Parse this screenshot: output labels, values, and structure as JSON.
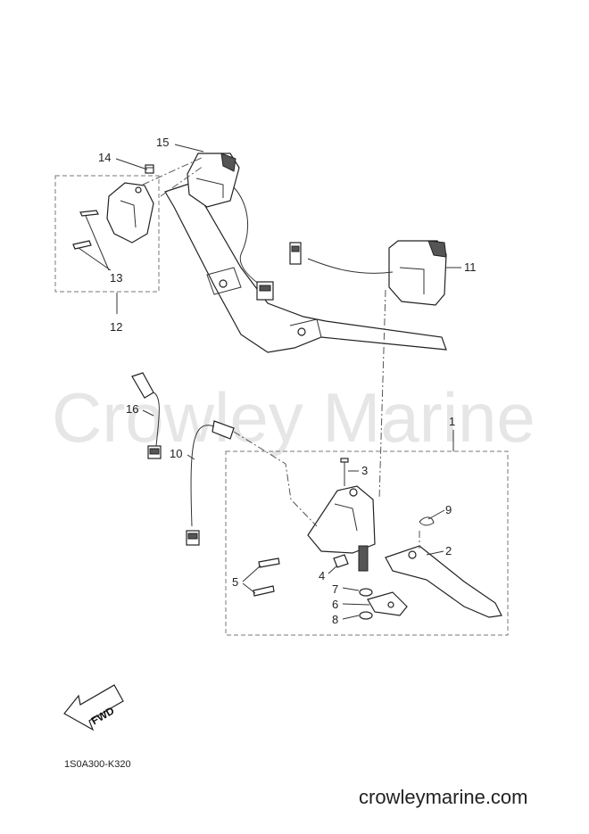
{
  "watermark": "Crowley Marine",
  "footer_brand": "crowleymarine.com",
  "diagram_code": "1S0A300-K320",
  "fwd_label": "FWD",
  "callouts": {
    "c1": "1",
    "c2": "2",
    "c3": "3",
    "c4": "4",
    "c5": "5",
    "c6": "6",
    "c7": "7",
    "c8": "8",
    "c9": "9",
    "c10": "10",
    "c11": "11",
    "c12": "12",
    "c13": "13",
    "c14": "14",
    "c15": "15",
    "c16": "16"
  }
}
